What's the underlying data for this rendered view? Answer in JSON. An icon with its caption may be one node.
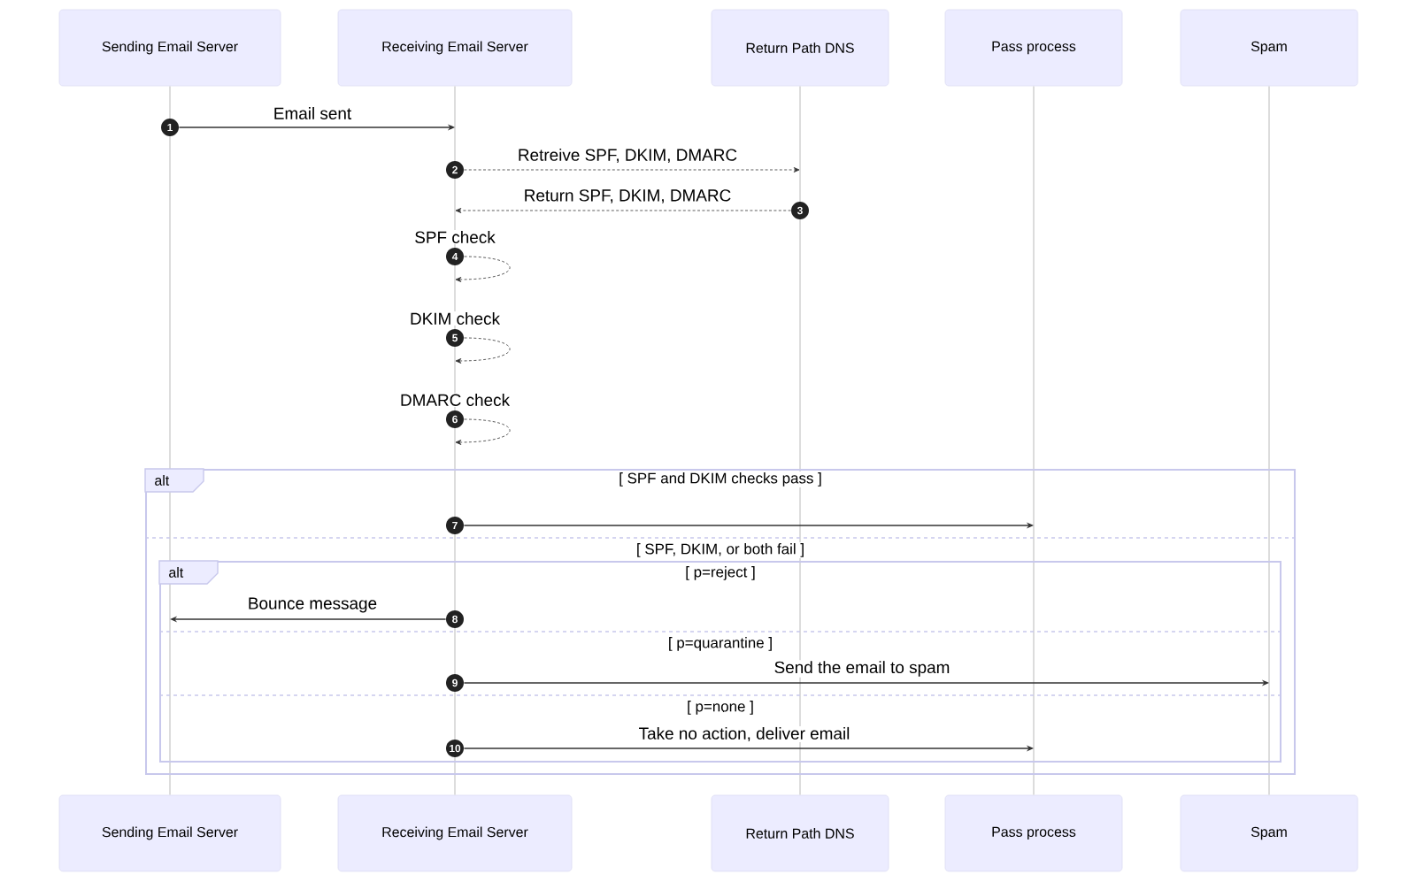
{
  "diagram": {
    "nodes": [
      {
        "text": [
          "Sending Email Server"
        ]
      },
      {
        "text": [
          "Receiving Email Server"
        ]
      },
      {
        "text": [
          "Return Path DNS"
        ]
      },
      {
        "text": [
          "Pass process"
        ]
      },
      {
        "text": [
          "Spam"
        ]
      },
      {
        "text": [
          "1"
        ]
      },
      {
        "text": [
          "2"
        ]
      },
      {
        "text": [
          "3"
        ]
      },
      {
        "text": [
          "4"
        ]
      },
      {
        "text": [
          "5"
        ]
      },
      {
        "text": [
          "6"
        ]
      },
      {
        "text": [
          "alt",
          "[ SPF and DKIM checks pass ]",
          "[ SPF, DKIM, or both fail ]"
        ]
      },
      {
        "text": [
          "7"
        ],
        "in": 11
      },
      {
        "text": [
          "alt",
          "[ p=reject ]",
          "[ p=quarantine ]",
          "[ p=none ]"
        ],
        "in": 11
      },
      {
        "text": [
          "8"
        ],
        "in": 13
      },
      {
        "text": [
          "9"
        ],
        "in": 13
      },
      {
        "text": [
          "10"
        ],
        "in": 13
      },
      {
        "text": [
          "Sending Email Server"
        ]
      },
      {
        "text": [
          "Receiving Email Server"
        ]
      },
      {
        "text": [
          "Return Path DNS"
        ]
      },
      {
        "text": [
          "Pass process"
        ]
      },
      {
        "text": [
          "Spam"
        ]
      }
    ],
    "edges": [
      {
        "from": 0,
        "to": 17,
        "arrow": "none",
        "color": "#d4d4d4"
      },
      {
        "from": 1,
        "to": 18,
        "arrow": "none",
        "color": "#d4d4d4"
      },
      {
        "from": 2,
        "to": 19,
        "arrow": "none",
        "color": "#d4d4d4"
      },
      {
        "from": 3,
        "to": 20,
        "arrow": "none",
        "color": "#d4d4d4"
      },
      {
        "from": 4,
        "to": 21,
        "arrow": "none",
        "color": "#d4d4d4"
      },
      {
        "from": 5,
        "to": null,
        "arrow": "to",
        "label": "Email sent"
      },
      {
        "from": 6,
        "to": null,
        "arrow": "to",
        "label": "Retreive SPF, DKIM, DMARC",
        "style": "dashed"
      },
      {
        "from": 7,
        "to": null,
        "arrow": "to",
        "label": "Return SPF, DKIM, DMARC",
        "style": "dashed"
      },
      {
        "from": 8,
        "to": null,
        "arrow": "to",
        "label": "SPF check",
        "style": "dashed"
      },
      {
        "from": 9,
        "to": null,
        "arrow": "to",
        "label": "DKIM check",
        "style": "dashed"
      },
      {
        "from": 10,
        "to": null,
        "arrow": "to",
        "label": "DMARC check",
        "style": "dashed"
      },
      {
        "from": 12,
        "to": null,
        "arrow": "to"
      },
      {
        "from": 14,
        "to": null,
        "arrow": "to",
        "label": "Bounce message"
      },
      {
        "from": 15,
        "to": null,
        "arrow": "to",
        "label": "Send the email to spam"
      },
      {
        "from": 16,
        "to": null,
        "arrow": "to",
        "label": "Take no action, deliver email"
      }
    ]
  }
}
